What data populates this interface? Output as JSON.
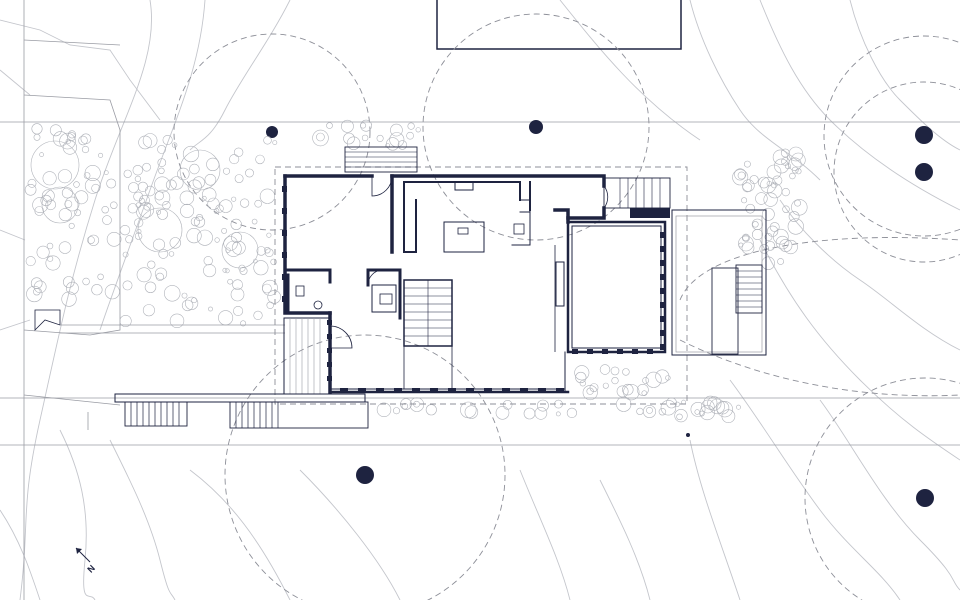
{
  "drawing": {
    "north_label": "N"
  },
  "colors": {
    "background": "#ffffff",
    "ink": "#1e2340",
    "contour": "#c4c6cc",
    "secondary_line": "#9a9ca4",
    "vegetation": "#b0b3ba"
  },
  "symbols": [
    "north-arrow-icon",
    "tree-trunk-marker",
    "tree-canopy-outline",
    "stair-treads",
    "door-swing-arc"
  ]
}
